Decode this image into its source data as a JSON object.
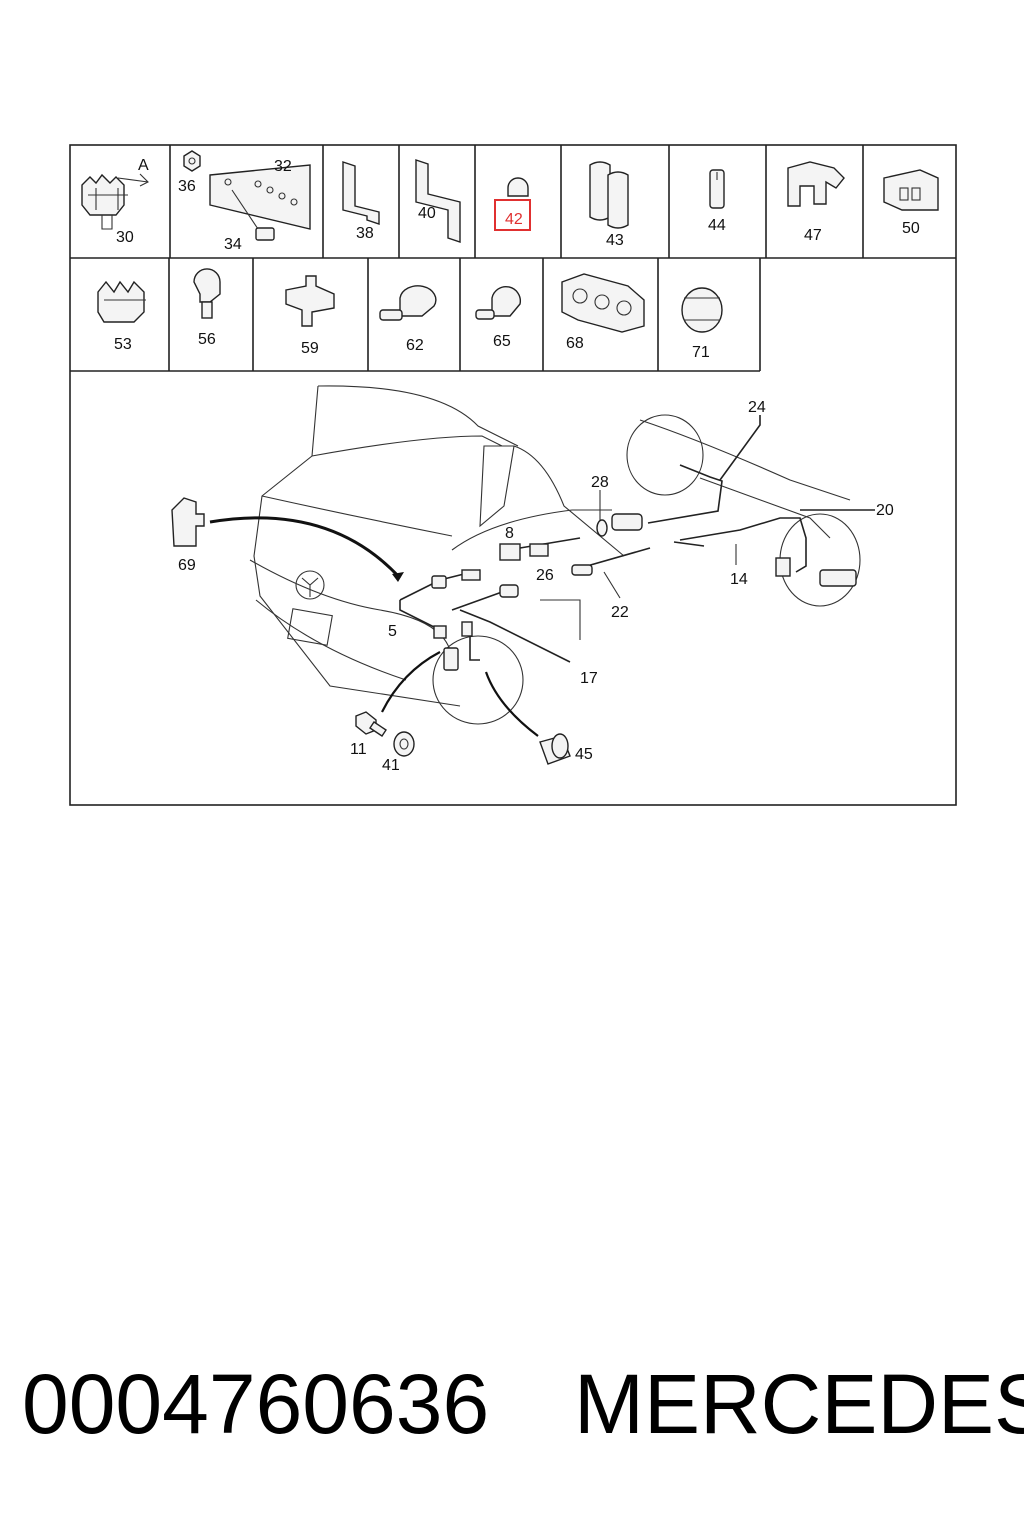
{
  "catalog_cells": [
    {
      "labels": [
        "30",
        "A"
      ]
    },
    {
      "labels": [
        "36",
        "32",
        "34"
      ]
    },
    {
      "labels": [
        "38"
      ]
    },
    {
      "labels": [
        "40"
      ]
    },
    {
      "labels": [
        "42"
      ],
      "highlight": true
    },
    {
      "labels": [
        "43"
      ]
    },
    {
      "labels": [
        "44"
      ]
    },
    {
      "labels": [
        "47"
      ]
    },
    {
      "labels": [
        "50"
      ]
    },
    {
      "labels": [
        "53"
      ]
    },
    {
      "labels": [
        "56"
      ]
    },
    {
      "labels": [
        "59"
      ]
    },
    {
      "labels": [
        "62"
      ]
    },
    {
      "labels": [
        "65"
      ]
    },
    {
      "labels": [
        "68"
      ]
    },
    {
      "labels": [
        "71"
      ]
    }
  ],
  "callouts": [
    "24",
    "28",
    "20",
    "8",
    "26",
    "14",
    "22",
    "69",
    "5",
    "17",
    "11",
    "41",
    "45"
  ],
  "highlight_color": "#e03030",
  "footer": {
    "part_number": "0004760636",
    "brand": "MERCEDES"
  }
}
